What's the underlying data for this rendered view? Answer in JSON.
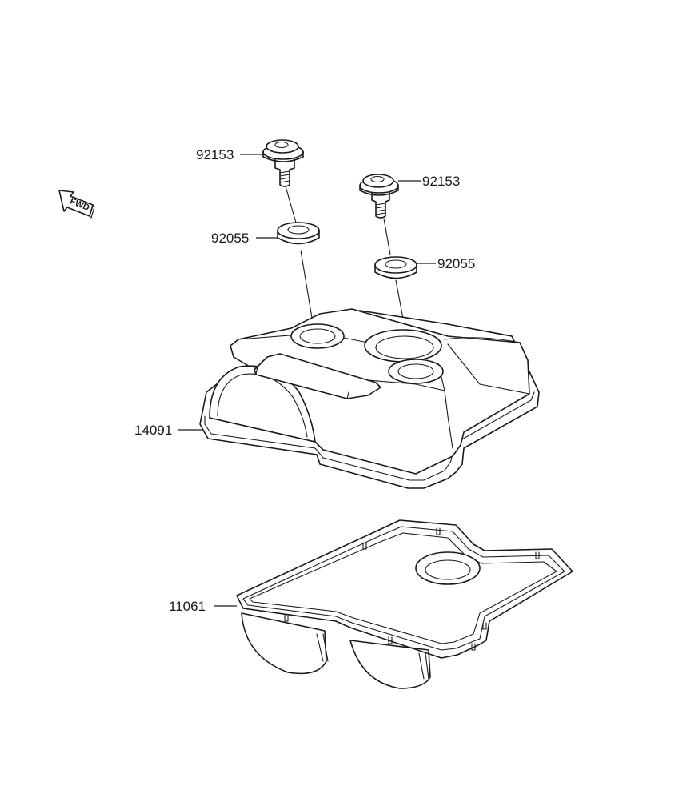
{
  "parts": [
    {
      "id": "bolt-left",
      "number": "92153"
    },
    {
      "id": "bolt-right",
      "number": "92153"
    },
    {
      "id": "washer-left",
      "number": "92055"
    },
    {
      "id": "washer-right",
      "number": "92055"
    },
    {
      "id": "cover",
      "number": "14091"
    },
    {
      "id": "gasket",
      "number": "11061"
    }
  ],
  "direction_marker": {
    "label": "FWD"
  }
}
